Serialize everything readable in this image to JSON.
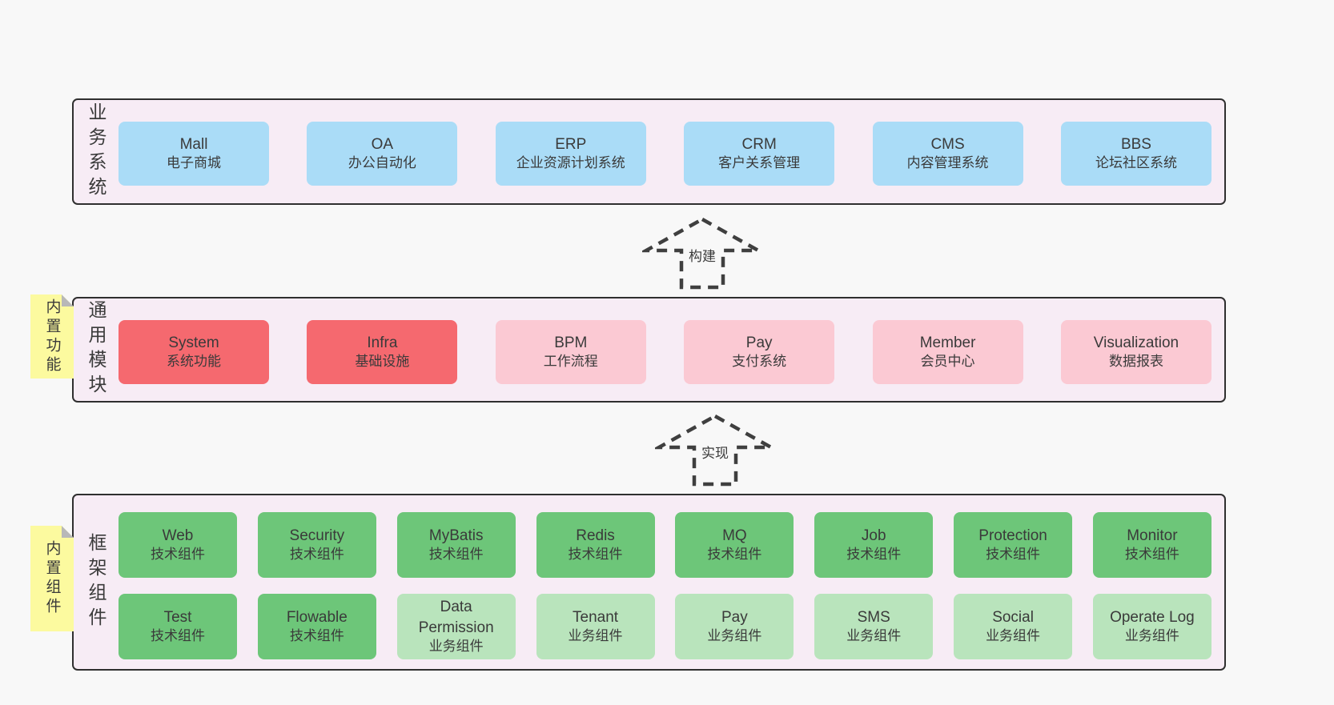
{
  "palette": {
    "page_bg": "#f8f8f8",
    "container_bg": "#f7ecf5",
    "container_border": "#2f2f2f",
    "business_box_blue": "#aadcf7",
    "module_box_red": "#f5696f",
    "module_box_pink": "#fbc9d3",
    "component_box_green_dark": "#6dc679",
    "component_box_green_light": "#b9e4bc",
    "sticky_yellow": "#fcfa9f",
    "sticky_fold_gray": "#b8b8b8",
    "text": "#3a3a3a"
  },
  "arrows": [
    {
      "label": "构建"
    },
    {
      "label": "实现"
    }
  ],
  "sections": {
    "business": {
      "label": "业务系统",
      "boxes": [
        {
          "name": "Mall",
          "desc": "电子商城"
        },
        {
          "name": "OA",
          "desc": "办公自动化"
        },
        {
          "name": "ERP",
          "desc": "企业资源计划系统"
        },
        {
          "name": "CRM",
          "desc": "客户关系管理"
        },
        {
          "name": "CMS",
          "desc": "内容管理系统"
        },
        {
          "name": "BBS",
          "desc": "论坛社区系统"
        }
      ]
    },
    "modules": {
      "label": "通用模块",
      "sticky": "内置功能",
      "boxes": [
        {
          "name": "System",
          "desc": "系统功能"
        },
        {
          "name": "Infra",
          "desc": "基础设施"
        },
        {
          "name": "BPM",
          "desc": "工作流程"
        },
        {
          "name": "Pay",
          "desc": "支付系统"
        },
        {
          "name": "Member",
          "desc": "会员中心"
        },
        {
          "name": "Visualization",
          "desc": "数据报表"
        }
      ]
    },
    "framework": {
      "label": "框架组件",
      "sticky": "内置组件",
      "row1": [
        {
          "name": "Web",
          "desc": "技术组件"
        },
        {
          "name": "Security",
          "desc": "技术组件"
        },
        {
          "name": "MyBatis",
          "desc": "技术组件"
        },
        {
          "name": "Redis",
          "desc": "技术组件"
        },
        {
          "name": "MQ",
          "desc": "技术组件"
        },
        {
          "name": "Job",
          "desc": "技术组件"
        },
        {
          "name": "Protection",
          "desc": "技术组件"
        },
        {
          "name": "Monitor",
          "desc": "技术组件"
        }
      ],
      "row2": [
        {
          "name": "Test",
          "desc": "技术组件"
        },
        {
          "name": "Flowable",
          "desc": "技术组件"
        },
        {
          "name": "Data Permission",
          "desc": "业务组件"
        },
        {
          "name": "Tenant",
          "desc": "业务组件"
        },
        {
          "name": "Pay",
          "desc": "业务组件"
        },
        {
          "name": "SMS",
          "desc": "业务组件"
        },
        {
          "name": "Social",
          "desc": "业务组件"
        },
        {
          "name": "Operate Log",
          "desc": "业务组件"
        }
      ]
    }
  }
}
